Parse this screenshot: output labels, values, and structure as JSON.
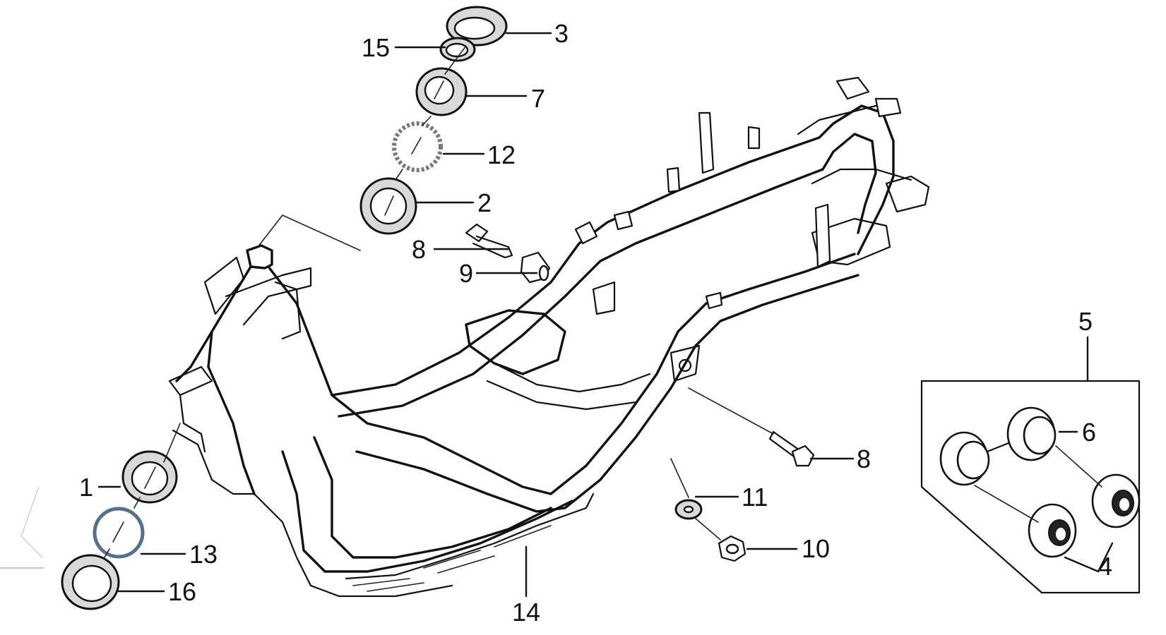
{
  "callouts": {
    "c1": "1",
    "c2": "2",
    "c3": "3",
    "c4": "4",
    "c5": "5",
    "c6": "6",
    "c7": "7",
    "c8a": "8",
    "c8b": "8",
    "c9": "9",
    "c10": "10",
    "c11": "11",
    "c12": "12",
    "c13": "13",
    "c14": "14",
    "c15": "15",
    "c16": "16"
  },
  "colors": {
    "line": "#111111",
    "background": "#ffffff",
    "ring_fill": "#d9d9d9"
  }
}
